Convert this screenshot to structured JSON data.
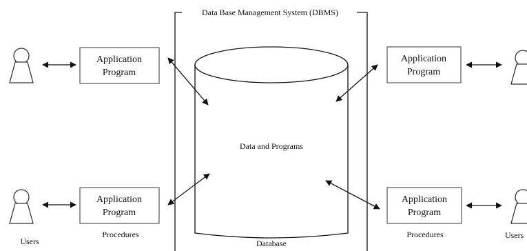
{
  "dbms": {
    "frame_label": "Data Base Management System (DBMS)",
    "database_content": "Data and Programs",
    "database_label": "Database"
  },
  "app_boxes": {
    "top_left": {
      "line1": "Application",
      "line2": "Program"
    },
    "top_right": {
      "line1": "Application",
      "line2": "Program"
    },
    "bottom_left": {
      "line1": "Application",
      "line2": "Program"
    },
    "bottom_right": {
      "line1": "Application",
      "line2": "Program"
    }
  },
  "captions": {
    "users_left": "Users",
    "procedures_left": "Procedures",
    "procedures_right": "Procedures",
    "users_right": "Users"
  },
  "icons": {
    "user": "user-icon",
    "arrow": "double-arrow"
  }
}
